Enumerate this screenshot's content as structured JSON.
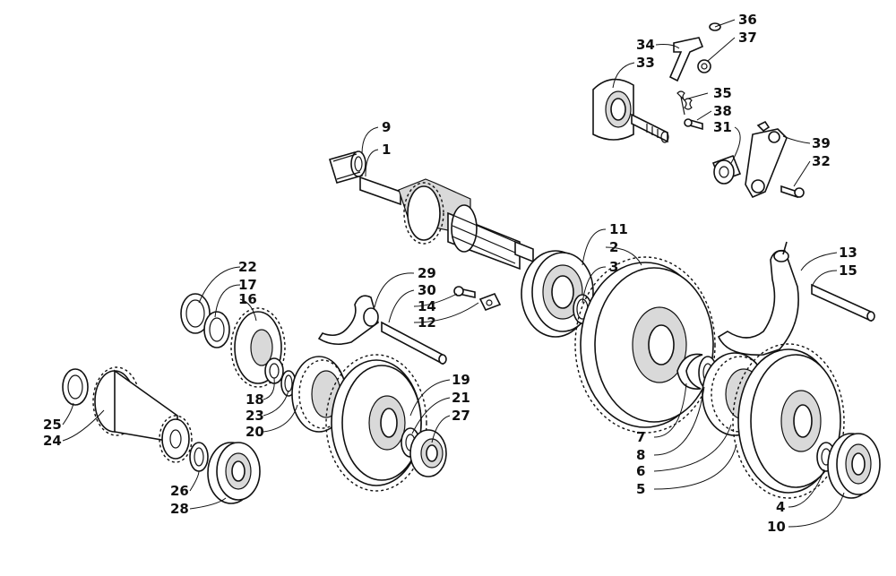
{
  "diagram": {
    "callouts": [
      {
        "id": "c9",
        "label": "9"
      },
      {
        "id": "c1",
        "label": "1"
      },
      {
        "id": "c36",
        "label": "36"
      },
      {
        "id": "c34",
        "label": "34"
      },
      {
        "id": "c37",
        "label": "37"
      },
      {
        "id": "c33",
        "label": "33"
      },
      {
        "id": "c35",
        "label": "35"
      },
      {
        "id": "c38",
        "label": "38"
      },
      {
        "id": "c31",
        "label": "31"
      },
      {
        "id": "c39",
        "label": "39"
      },
      {
        "id": "c32",
        "label": "32"
      },
      {
        "id": "c11",
        "label": "11"
      },
      {
        "id": "c2",
        "label": "2"
      },
      {
        "id": "c3",
        "label": "3"
      },
      {
        "id": "c13",
        "label": "13"
      },
      {
        "id": "c15",
        "label": "15"
      },
      {
        "id": "c22",
        "label": "22"
      },
      {
        "id": "c17",
        "label": "17"
      },
      {
        "id": "c16",
        "label": "16"
      },
      {
        "id": "c29",
        "label": "29"
      },
      {
        "id": "c30",
        "label": "30"
      },
      {
        "id": "c14",
        "label": "14"
      },
      {
        "id": "c12",
        "label": "12"
      },
      {
        "id": "c18",
        "label": "18"
      },
      {
        "id": "c23",
        "label": "23"
      },
      {
        "id": "c20",
        "label": "20"
      },
      {
        "id": "c19",
        "label": "19"
      },
      {
        "id": "c21",
        "label": "21"
      },
      {
        "id": "c27",
        "label": "27"
      },
      {
        "id": "c25",
        "label": "25"
      },
      {
        "id": "c24",
        "label": "24"
      },
      {
        "id": "c26",
        "label": "26"
      },
      {
        "id": "c28",
        "label": "28"
      },
      {
        "id": "c7",
        "label": "7"
      },
      {
        "id": "c8",
        "label": "8"
      },
      {
        "id": "c6",
        "label": "6"
      },
      {
        "id": "c5",
        "label": "5"
      },
      {
        "id": "c4",
        "label": "4"
      },
      {
        "id": "c10",
        "label": "10"
      }
    ]
  }
}
